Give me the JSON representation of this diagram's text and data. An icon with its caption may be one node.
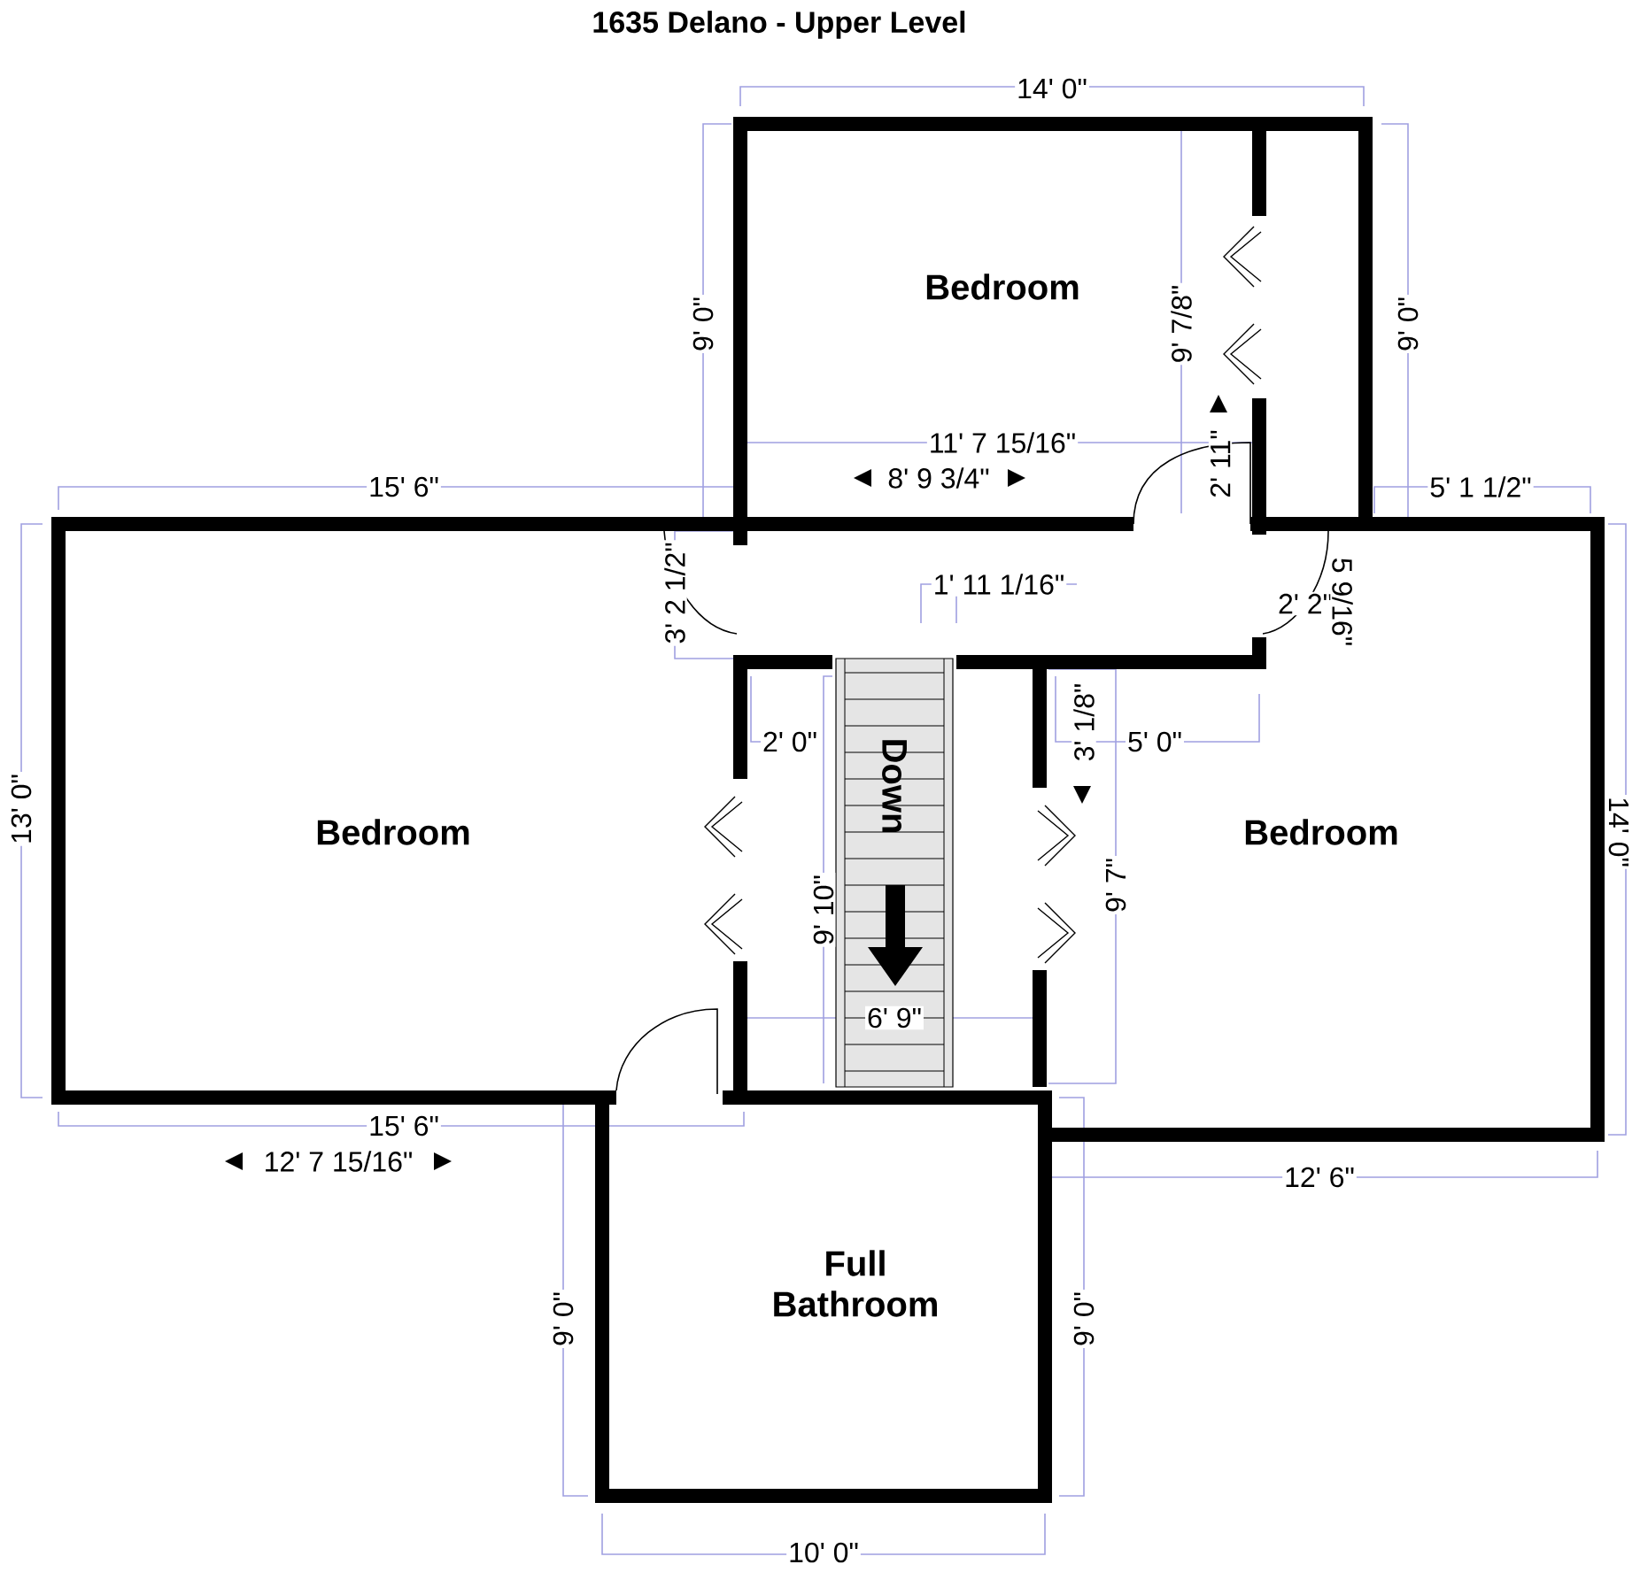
{
  "diagram": {
    "title": "1635 Delano - Upper Level",
    "nodes": [
      {
        "text": [
          "Bedroom"
        ]
      },
      {
        "text": [
          "Bedroom"
        ]
      },
      {
        "text": [
          "Down"
        ]
      },
      {
        "text": [
          "Bedroom"
        ]
      },
      {
        "text": [
          "Full Bathroom"
        ]
      }
    ],
    "labels": [
      "14' 0\"",
      "9' 0\"",
      "9' 7/8\"",
      "9' 0\"",
      "11' 7 15/16\"",
      "2' 11\"",
      "15' 6\"",
      "8' 9 3/4\"",
      "5' 1 1/2\"",
      "3' 2 1/2\"",
      "1' 11 1/16\"",
      "2' 2\"",
      "5 9/16\"",
      "2' 0\"",
      "3' 1/8\"",
      "5' 0\"",
      "13' 0\"",
      "9' 10\"",
      "9' 7\"",
      "14' 0\"",
      "6' 9\"",
      "12' 7 15/16\"",
      "15' 6\"",
      "12' 6\"",
      "9' 0\"",
      "9' 0\"",
      "10' 0\""
    ]
  }
}
